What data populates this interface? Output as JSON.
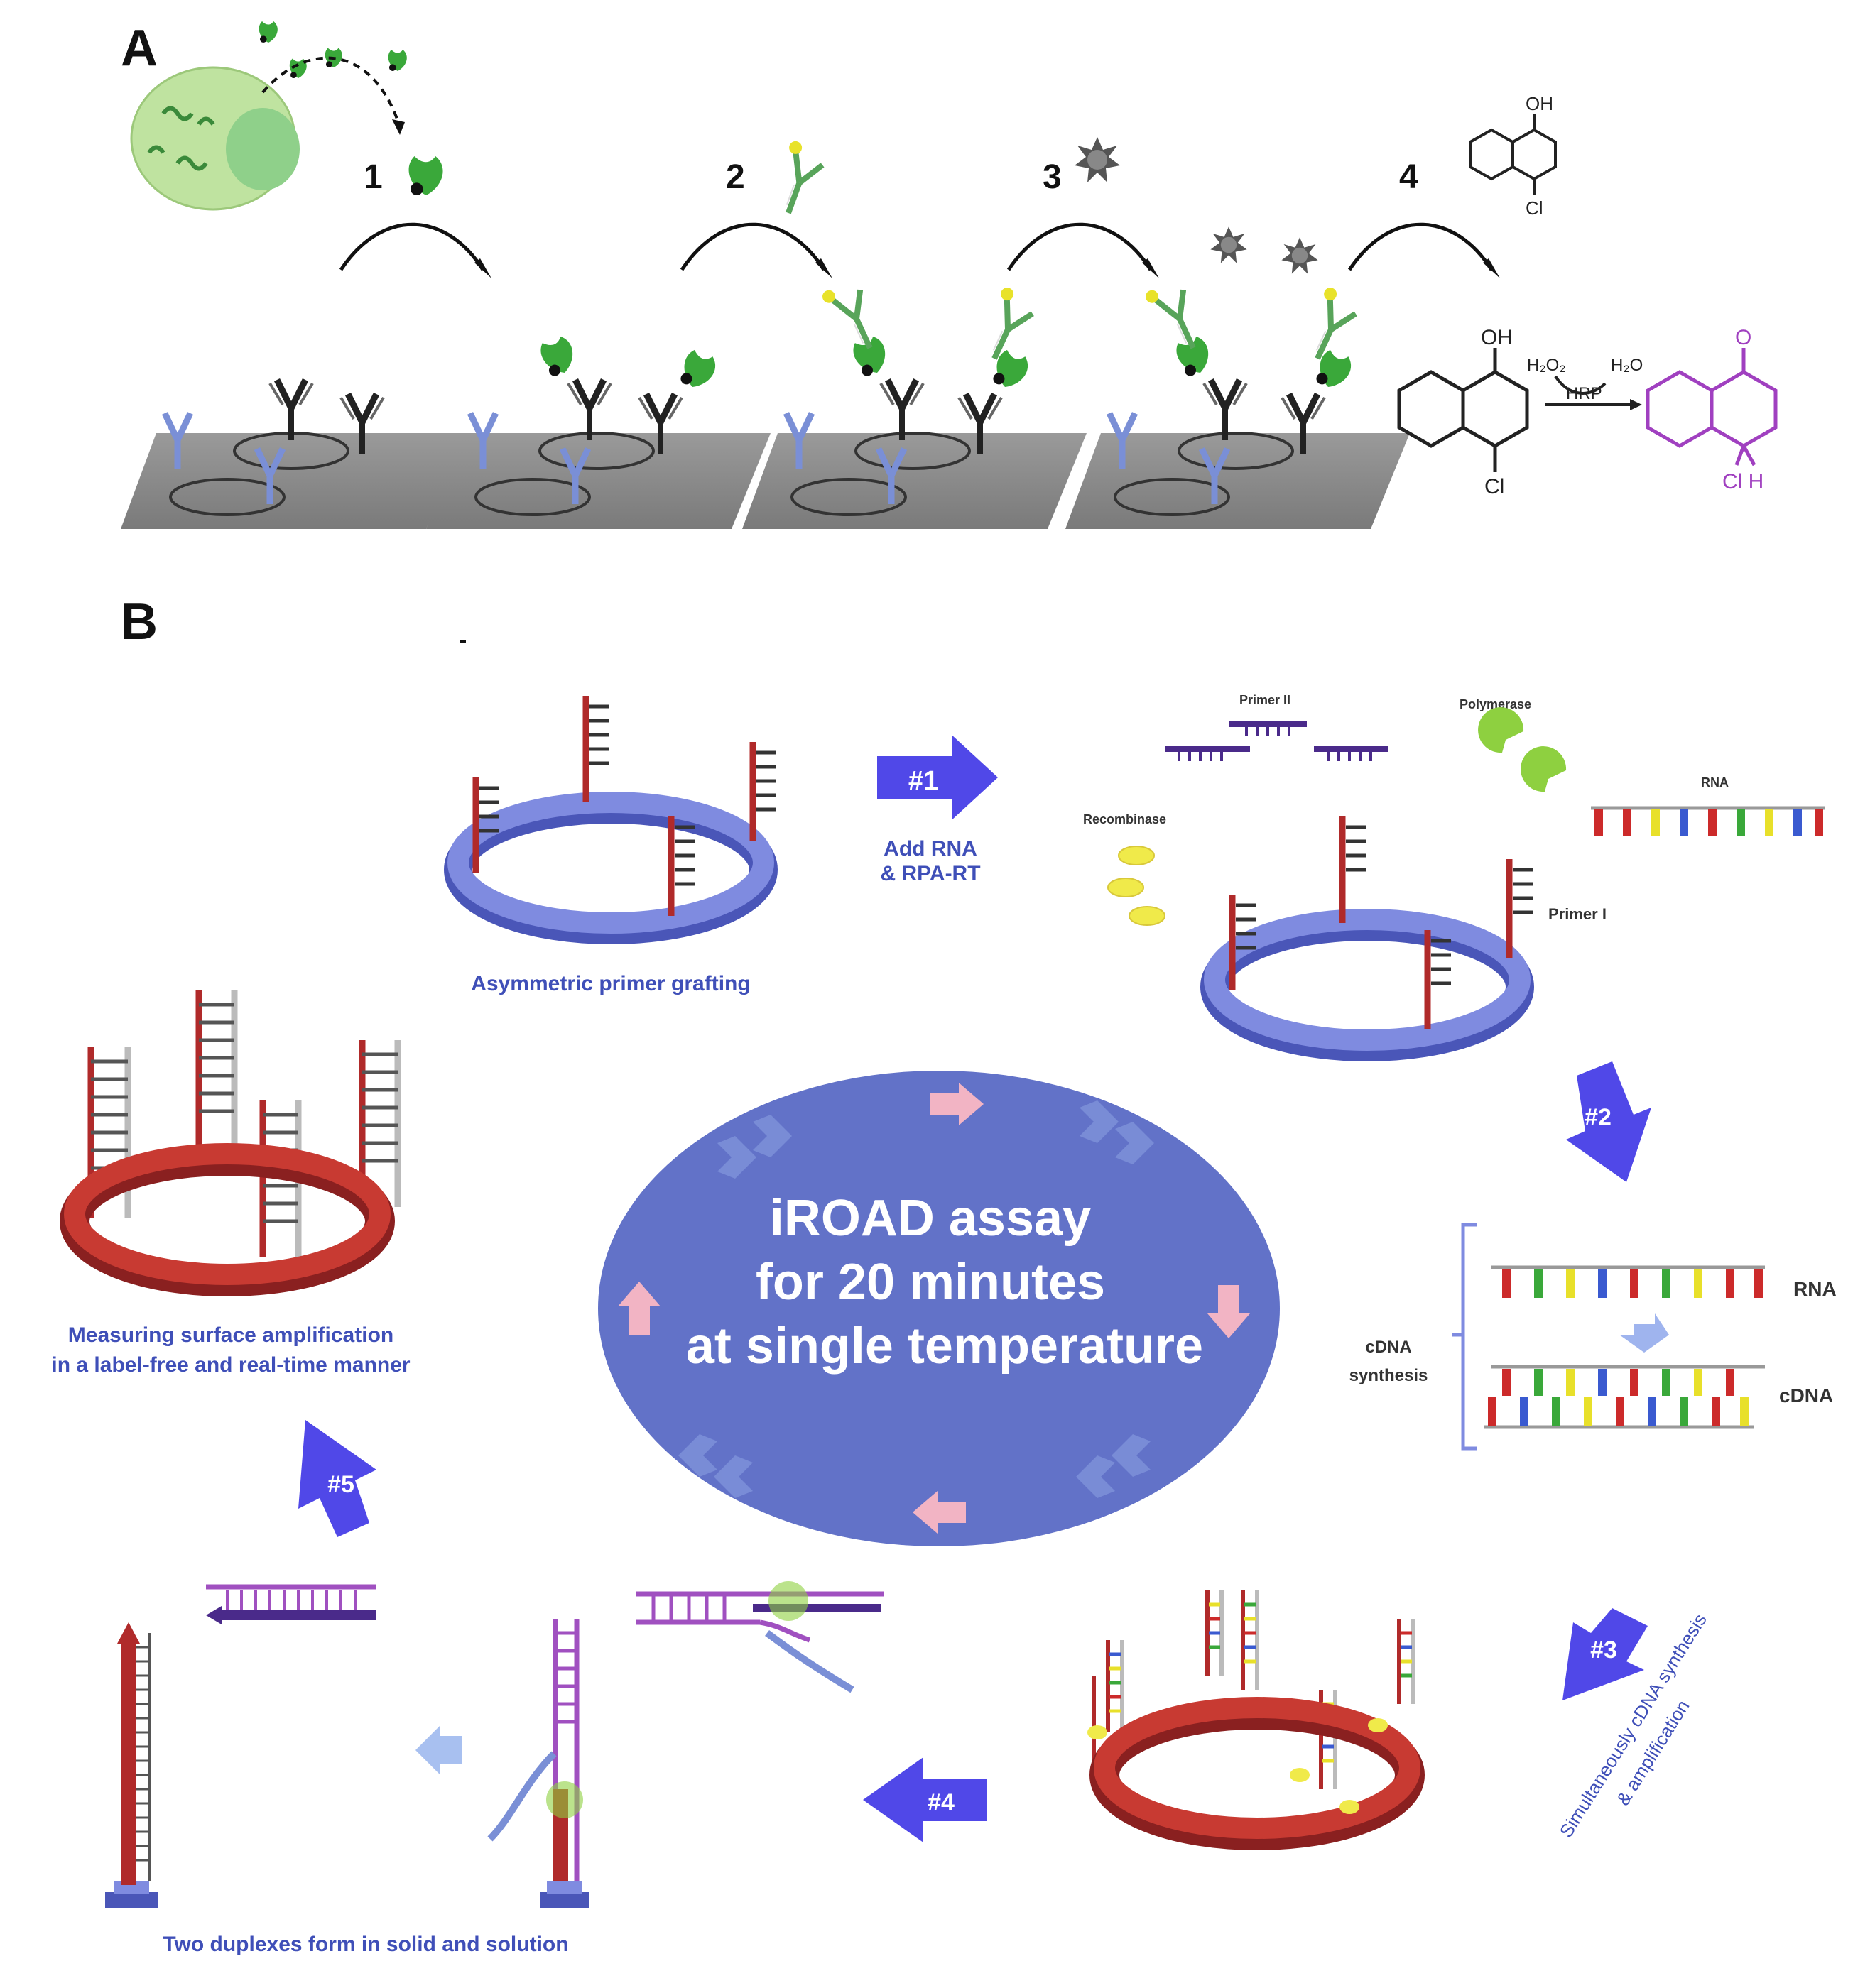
{
  "panel_a": {
    "letter": "A",
    "steps": [
      "1",
      "2",
      "3",
      "4"
    ],
    "chem": {
      "oh_top": "OH",
      "cl_top": "Cl",
      "oh": "OH",
      "cl": "Cl",
      "h2o2": "H₂O₂",
      "h2o": "H₂O",
      "hrp": "HRP",
      "product_o": "O",
      "product_clh": "Cl H"
    }
  },
  "panel_b": {
    "letter": "B",
    "arrows": [
      "#1",
      "#2",
      "#3",
      "#4",
      "#5"
    ],
    "labels": {
      "add_rna_1": "Add RNA",
      "add_rna_2": "& RPA-RT",
      "asym": "Asymmetric primer grafting",
      "primer_ii": "Primer II",
      "polymerase": "Polymerase",
      "recombinase": "Recombinase",
      "rna_top": "RNA",
      "primer_i": "Primer I",
      "rna": "RNA",
      "cdna": "cDNA",
      "cdna_syn_1": "cDNA",
      "cdna_syn_2": "synthesis",
      "measure_1": "Measuring surface amplification",
      "measure_2": "in a label-free and real-time manner",
      "simul_1": "Simultaneously cDNA synthesis",
      "simul_2": "& amplification",
      "two_duplex": "Two duplexes form in solid and solution"
    },
    "center": {
      "line1": "iROAD assay",
      "line2": "for  20 minutes",
      "line3": "at single temperature"
    },
    "colors": {
      "arrow_blue": "#5048e8",
      "oval": "#6272c8",
      "ring_blue": "#6470d6",
      "ring_red": "#c83a32",
      "primer_red": "#b02a2a",
      "green_antigen": "#3aa83a",
      "product_purple": "#a040c0",
      "caption_blue": "#3f4fb8"
    }
  }
}
